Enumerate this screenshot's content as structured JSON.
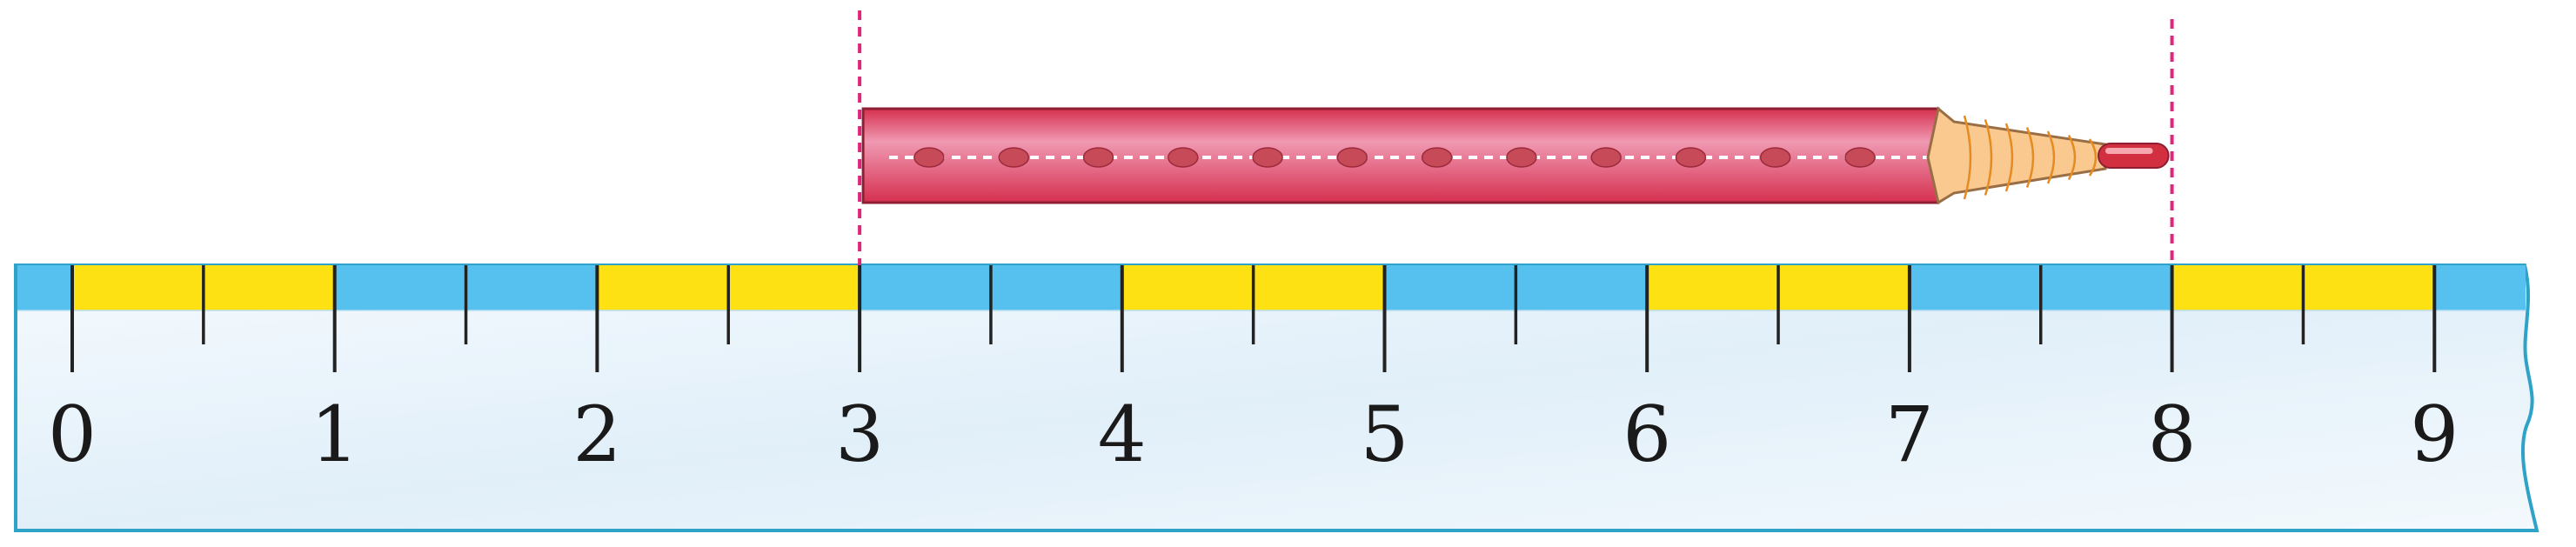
{
  "ruler": {
    "numbers": [
      "0",
      "1",
      "2",
      "3",
      "4",
      "5",
      "6",
      "7",
      "8",
      "9"
    ],
    "half_units": true,
    "segment_colors": [
      "#FDE113",
      "#FDE113",
      "#56C1EF",
      "#56C1EF",
      "#FDE113",
      "#FDE113",
      "#56C1EF",
      "#56C1EF",
      "#FDE113",
      "#FDE113",
      "#56C1EF",
      "#56C1EF",
      "#FDE113",
      "#FDE113",
      "#56C1EF",
      "#56C1EF",
      "#FDE113",
      "#FDE113"
    ],
    "tail_color": "#56C1EF",
    "body_color": "#EAF5FC",
    "edge_color": "#2FA2C7"
  },
  "pencil": {
    "start": 3,
    "end": 8,
    "body_color": "#D5304F",
    "body_highlight": "#F099B2",
    "wood_color": "#F9C98F",
    "lead_color": "#D23040",
    "dot_color": "#C64A58"
  },
  "guide_color": "#E0257C"
}
